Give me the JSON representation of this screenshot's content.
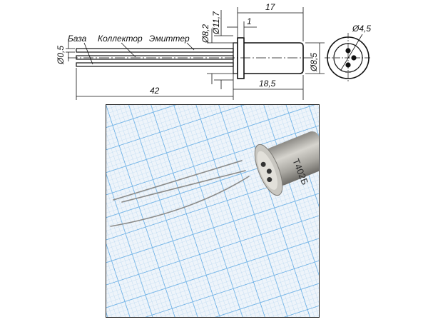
{
  "drawing": {
    "labels": {
      "base": "База",
      "collector": "Коллектор",
      "emitter": "Эмиттер"
    },
    "dimensions": {
      "lead_diameter": "Ø0,5",
      "lead_length": "42",
      "pin_circle": "Ø8,2",
      "flange_diameter": "Ø11,7",
      "flange_thickness": "1",
      "body_length": "17",
      "total_body_length": "18,5",
      "body_diameter": "Ø8,5",
      "end_view_pin_circle": "Ø4,5"
    }
  },
  "photo": {
    "marking": "Т402Б",
    "colors": {
      "grid_minor": "#a9cfee",
      "grid_major": "#4a9ee0",
      "paper": "#eef4fa",
      "metal": "#b5b3ad"
    }
  }
}
